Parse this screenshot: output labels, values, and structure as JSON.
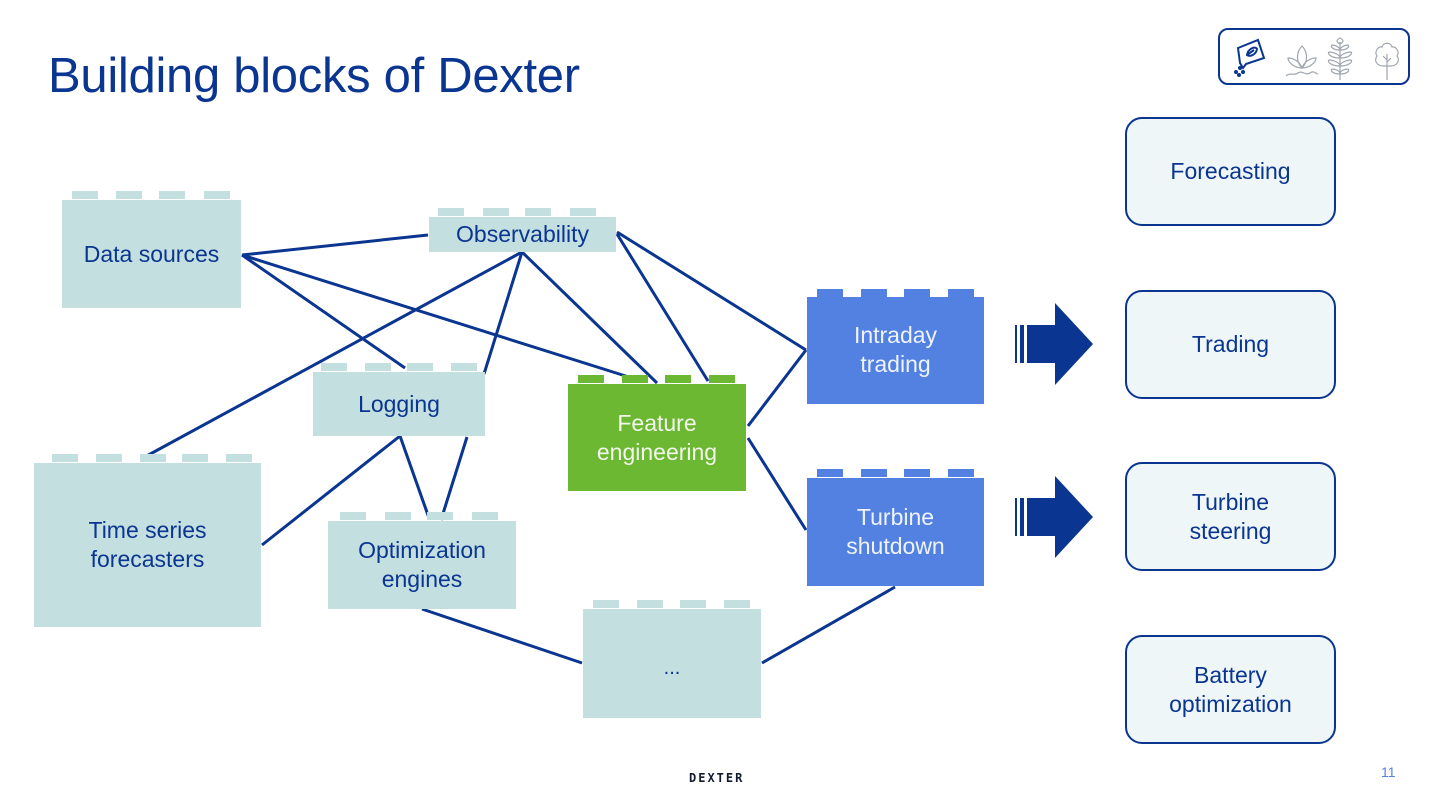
{
  "slide": {
    "title": "Building blocks of Dexter",
    "page_number": "11",
    "footer_brand": "DEXTER"
  },
  "colors": {
    "primary": "#0a3590",
    "block_gray": "#c4dfe0",
    "block_green": "#6cb832",
    "block_blue": "#5381e2",
    "outcome_fill": "#eff6f7"
  },
  "header_icons": [
    {
      "name": "seed-packet-icon",
      "state": "active"
    },
    {
      "name": "sprout-icon",
      "state": "inactive"
    },
    {
      "name": "fern-icon",
      "state": "inactive"
    },
    {
      "name": "tree-icon",
      "state": "inactive"
    }
  ],
  "blocks": {
    "data_sources": {
      "label": "Data sources",
      "style": "gray"
    },
    "observability": {
      "label": "Observability",
      "style": "gray"
    },
    "logging": {
      "label": "Logging",
      "style": "gray"
    },
    "time_series_forecasters": {
      "label": "Time series\nforecasters",
      "style": "gray"
    },
    "optimization_engines": {
      "label": "Optimization\nengines",
      "style": "gray"
    },
    "feature_engineering": {
      "label": "Feature\nengineering",
      "style": "green"
    },
    "intraday_trading": {
      "label": "Intraday\ntrading",
      "style": "blue"
    },
    "turbine_shutdown": {
      "label": "Turbine\nshutdown",
      "style": "blue"
    },
    "more": {
      "label": "...",
      "style": "gray"
    }
  },
  "connections": [
    [
      "data_sources",
      "observability"
    ],
    [
      "data_sources",
      "logging"
    ],
    [
      "data_sources",
      "feature_engineering"
    ],
    [
      "observability",
      "time_series_forecasters"
    ],
    [
      "observability",
      "logging"
    ],
    [
      "observability",
      "feature_engineering"
    ],
    [
      "observability",
      "feature_engineering"
    ],
    [
      "observability",
      "intraday_trading"
    ],
    [
      "logging",
      "time_series_forecasters"
    ],
    [
      "logging",
      "optimization_engines"
    ],
    [
      "logging",
      "optimization_engines"
    ],
    [
      "feature_engineering",
      "intraday_trading"
    ],
    [
      "feature_engineering",
      "turbine_shutdown"
    ],
    [
      "optimization_engines",
      "more"
    ],
    [
      "turbine_shutdown",
      "more"
    ]
  ],
  "arrows": [
    {
      "name": "arrow-to-trading",
      "direction": "right"
    },
    {
      "name": "arrow-to-turbine-steering",
      "direction": "right"
    }
  ],
  "outcomes": [
    {
      "label": "Forecasting"
    },
    {
      "label": "Trading"
    },
    {
      "label": "Turbine\nsteering"
    },
    {
      "label": "Battery\noptimization"
    }
  ]
}
